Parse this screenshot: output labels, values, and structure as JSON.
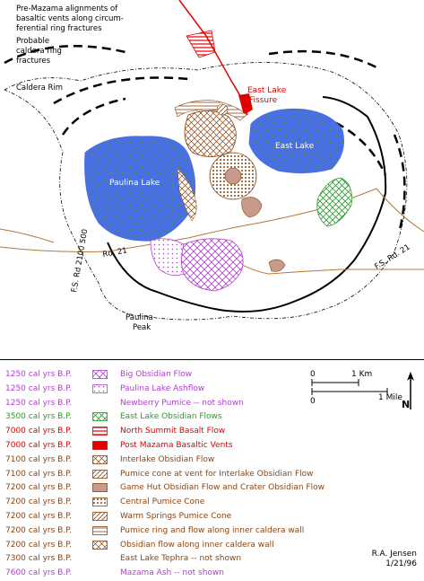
{
  "map": {
    "labels": {
      "ring_fractures_note": [
        "Pre-Mazama alignments of",
        "basaltic vents along circum-",
        "ferential ring fractures"
      ],
      "caldera_ring_note": [
        "Probable",
        "caldera ring",
        "fractures"
      ],
      "caldera_rim": "Caldera Rim",
      "east_lake_fissure": [
        "East Lake",
        "Fissure"
      ],
      "east_lake": "East Lake",
      "paulina_lake": "Paulina Lake",
      "fs_rd_21_a": "Rd. 21",
      "fs_rd_2100_500": "F.S. Rd 2100 500",
      "fs_rd_21_b": "F.S. Rd. 21",
      "paulina_peak": [
        "Paulina",
        "Peak"
      ]
    },
    "colors": {
      "lake_blue": "#4a6fe3",
      "road_brown": "#b4783c",
      "red": "#e00000",
      "purple": "#c040e0",
      "green": "#2a9a2a",
      "brown": "#8b4513"
    }
  },
  "legend": [
    {
      "date": "1250 cal yrs B.P.",
      "text": "Big Obsidian Flow",
      "color": "#b040d0",
      "symbol": "crosshatch-purple"
    },
    {
      "date": "1250 cal yrs B.P.",
      "text": "Paulina Lake Ashflow",
      "color": "#b040d0",
      "symbol": "dots-purple"
    },
    {
      "date": "1250 cal yrs B.P.",
      "text": "Newberry Pumice -- not shown",
      "color": "#b040d0",
      "symbol": "none"
    },
    {
      "date": "3500 cal yrs B.P.",
      "text": "East Lake Obsidian Flows",
      "color": "#2a9a2a",
      "symbol": "crosshatch-green"
    },
    {
      "date": "7000 cal yrs B.P.",
      "text": "North Summit Basalt Flow",
      "color": "#e00000",
      "symbol": "stripes-red"
    },
    {
      "date": "7000 cal yrs B.P.",
      "text": "Post Mazama Basaltic Vents",
      "color": "#e00000",
      "symbol": "solid-red"
    },
    {
      "date": "7100 cal yrs B.P.",
      "text": "Interlake Obsidian Flow",
      "color": "#8b4513",
      "symbol": "crosshatch-brown"
    },
    {
      "date": "7100 cal yrs B.P.",
      "text": "Pumice cone at vent for Interlake Obsidian Flow",
      "color": "#8b4513",
      "symbol": "diag-brown"
    },
    {
      "date": "7200 cal yrs B.P.",
      "text": "Game Hut Obsidian Flow and Crater Obsidian Flow",
      "color": "#8b4513",
      "symbol": "solid-lightbrown"
    },
    {
      "date": "7200 cal yrs B.P.",
      "text": "Central Pumice Cone",
      "color": "#8b4513",
      "symbol": "dots-brown"
    },
    {
      "date": "7200 cal yrs B.P.",
      "text": "Warm Springs Pumice Cone",
      "color": "#8b4513",
      "symbol": "diag2-brown"
    },
    {
      "date": "7200 cal yrs B.P.",
      "text": "Pumice ring and flow along inner caldera wall",
      "color": "#8b4513",
      "symbol": "hstripes-brown"
    },
    {
      "date": "7200 cal yrs B.P.",
      "text": "Obsidian flow along inner caldera wall",
      "color": "#8b4513",
      "symbol": "grid-brown"
    },
    {
      "date": "7300 cal yrs B.P.",
      "text": "East Lake Tephra -- not shown",
      "color": "#8b4513",
      "symbol": "none"
    },
    {
      "date": "7600 cal yrs B.P.",
      "text": "Mazama Ash -- not shown",
      "color": "#b040d0",
      "symbol": "none"
    }
  ],
  "scale": {
    "km_left": "0",
    "km_right": "1 Km",
    "mile_left": "0",
    "mile_right": "1 Mile",
    "north": "N"
  },
  "credit": {
    "author": "R.A. Jensen",
    "date": "1/21/96"
  }
}
